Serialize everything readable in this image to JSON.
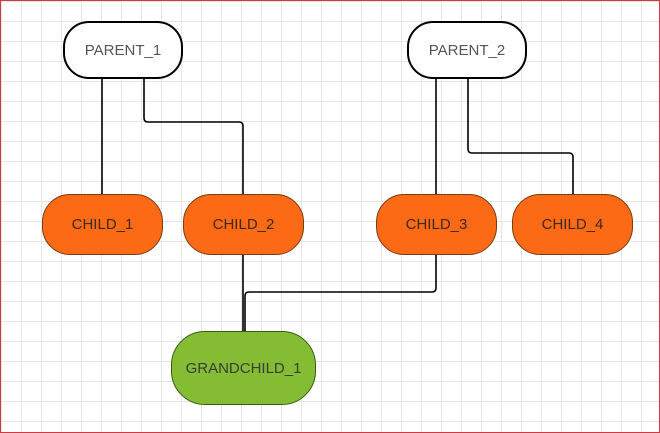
{
  "diagram": {
    "nodes": {
      "parent_1": {
        "label": "PARENT_1"
      },
      "parent_2": {
        "label": "PARENT_2"
      },
      "child_1": {
        "label": "CHILD_1"
      },
      "child_2": {
        "label": "CHILD_2"
      },
      "child_3": {
        "label": "CHILD_3"
      },
      "child_4": {
        "label": "CHILD_4"
      },
      "grandchild_1": {
        "label": "GRANDCHILD_1"
      }
    },
    "edges": [
      {
        "from": "PARENT_1",
        "to": "CHILD_1"
      },
      {
        "from": "PARENT_1",
        "to": "CHILD_2"
      },
      {
        "from": "PARENT_2",
        "to": "CHILD_3"
      },
      {
        "from": "PARENT_2",
        "to": "CHILD_4"
      },
      {
        "from": "CHILD_2",
        "to": "GRANDCHILD_1"
      },
      {
        "from": "CHILD_3",
        "to": "GRANDCHILD_1"
      }
    ],
    "colors": {
      "parent_fill": "#ffffff",
      "child_fill": "#fd6a16",
      "grandchild_fill": "#84bd34",
      "line": "#000000",
      "frame": "#d0393e"
    }
  }
}
